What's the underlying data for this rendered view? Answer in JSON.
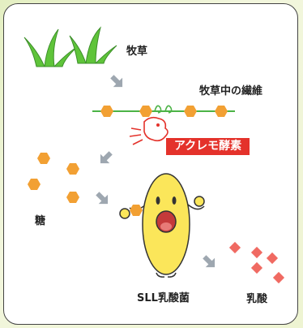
{
  "labels": {
    "grass": "牧草",
    "fiber": "牧草中の繊維",
    "enzyme": "アクレモ酵素",
    "sugar": "糖",
    "bacteria": "SLL乳酸菌",
    "lactic_acid": "乳酸"
  },
  "colors": {
    "grass": "#5fc43a",
    "fiber_line": "#4cb346",
    "hexagon": "#f2a033",
    "arrow": "#9ea7b0",
    "enzyme_badge": "#e4322b",
    "bacteria_body": "#fbe65a",
    "diamond": "#f06a62"
  }
}
